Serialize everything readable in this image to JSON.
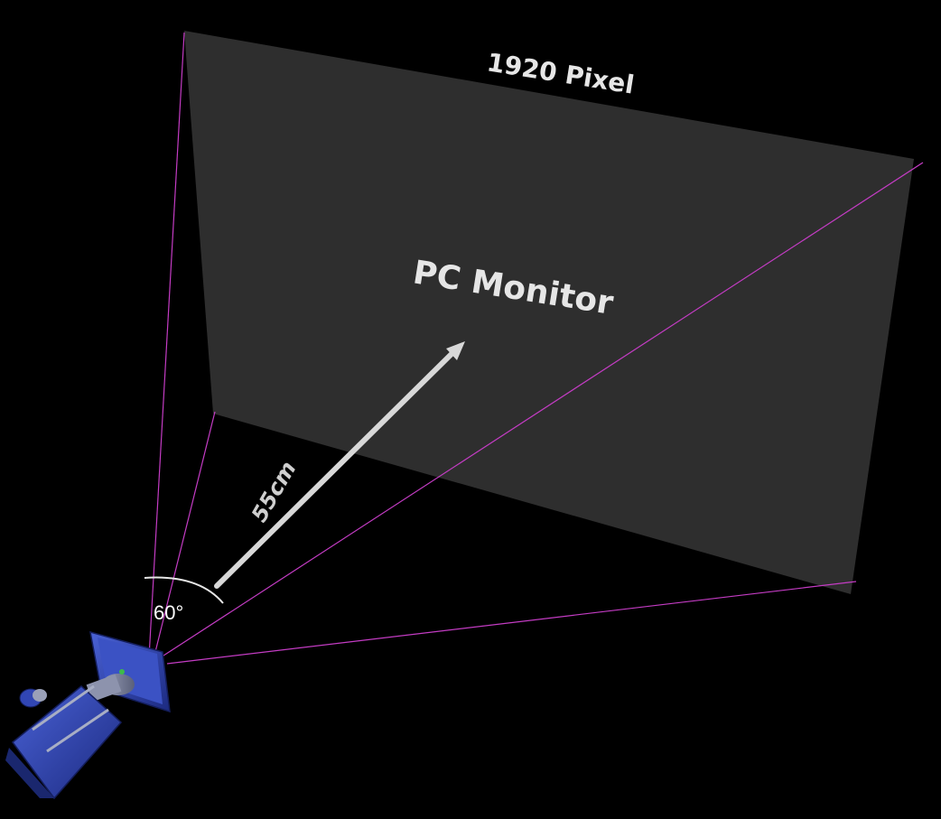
{
  "labels": {
    "width_label": "1920 Pixel",
    "screen_label": "PC Monitor",
    "distance_label": "55cm",
    "angle_label": "60°"
  },
  "colors": {
    "background": "#000000",
    "screen_fill": "#2e2e2e",
    "fov_lines": "#c43cc4",
    "arrow": "#d8d8d8",
    "camera_body": "#2b3fa8",
    "text": "#e6e6e6"
  },
  "icons": {
    "camera": "camera-icon"
  }
}
